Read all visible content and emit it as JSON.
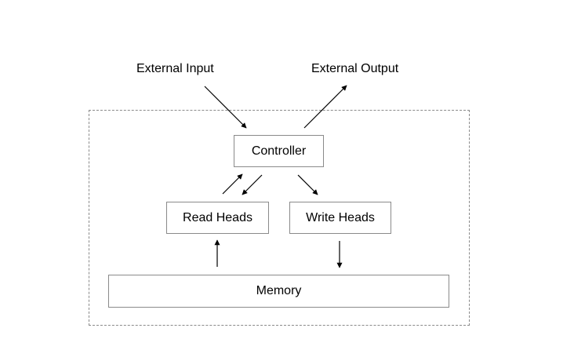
{
  "nodes": {
    "external_input": "External Input",
    "external_output": "External Output",
    "controller": "Controller",
    "read_heads": "Read Heads",
    "write_heads": "Write Heads",
    "memory": "Memory"
  },
  "edges": [
    {
      "from": "External Input",
      "to": "Controller"
    },
    {
      "from": "Controller",
      "to": "External Output"
    },
    {
      "from": "Read Heads",
      "to": "Controller"
    },
    {
      "from": "Controller",
      "to": "Read Heads"
    },
    {
      "from": "Controller",
      "to": "Write Heads"
    },
    {
      "from": "Memory",
      "to": "Read Heads"
    },
    {
      "from": "Write Heads",
      "to": "Memory"
    }
  ],
  "colors": {
    "stroke": "#000000",
    "box_border": "#8a8a8a",
    "boundary": "#8a8a8a"
  }
}
